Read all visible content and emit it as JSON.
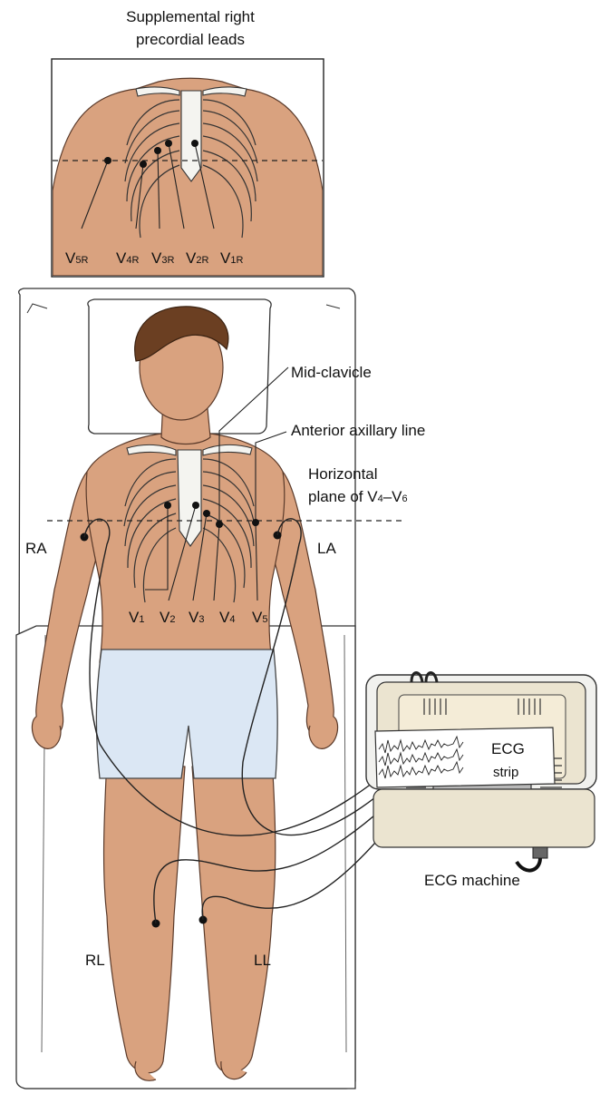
{
  "inset": {
    "title_line1": "Supplemental right",
    "title_line2": "precordial leads",
    "labels": [
      {
        "main": "V",
        "sub": "5R"
      },
      {
        "main": "V",
        "sub": "4R"
      },
      {
        "main": "V",
        "sub": "3R"
      },
      {
        "main": "V",
        "sub": "2R"
      },
      {
        "main": "V",
        "sub": "1R"
      }
    ]
  },
  "main": {
    "mid_clavicle": "Mid-clavicle",
    "anterior_axillary": "Anterior axillary line",
    "horizontal_line1": "Horizontal",
    "horizontal_line2": "plane of V",
    "horizontal_sub1": "4",
    "horizontal_dash": "–V",
    "horizontal_sub2": "6",
    "limb_labels": {
      "ra": "RA",
      "la": "LA",
      "rl": "RL",
      "ll": "LL"
    },
    "chest_labels": [
      {
        "main": "V",
        "sub": "1"
      },
      {
        "main": "V",
        "sub": "2"
      },
      {
        "main": "V",
        "sub": "3"
      },
      {
        "main": "V",
        "sub": "4"
      },
      {
        "main": "V",
        "sub": "5"
      }
    ]
  },
  "machine": {
    "label": "ECG machine",
    "strip_line1": "ECG",
    "strip_line2": "strip"
  }
}
